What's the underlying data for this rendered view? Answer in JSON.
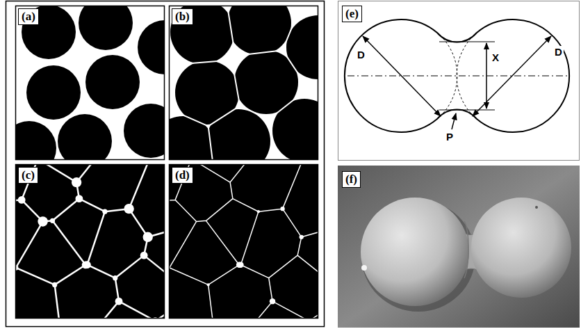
{
  "diagram": {
    "labels": [
      "(a)",
      "(b)",
      "(c)",
      "(d)",
      "(e)",
      "D",
      "X",
      "D",
      "P",
      "(f)"
    ]
  }
}
